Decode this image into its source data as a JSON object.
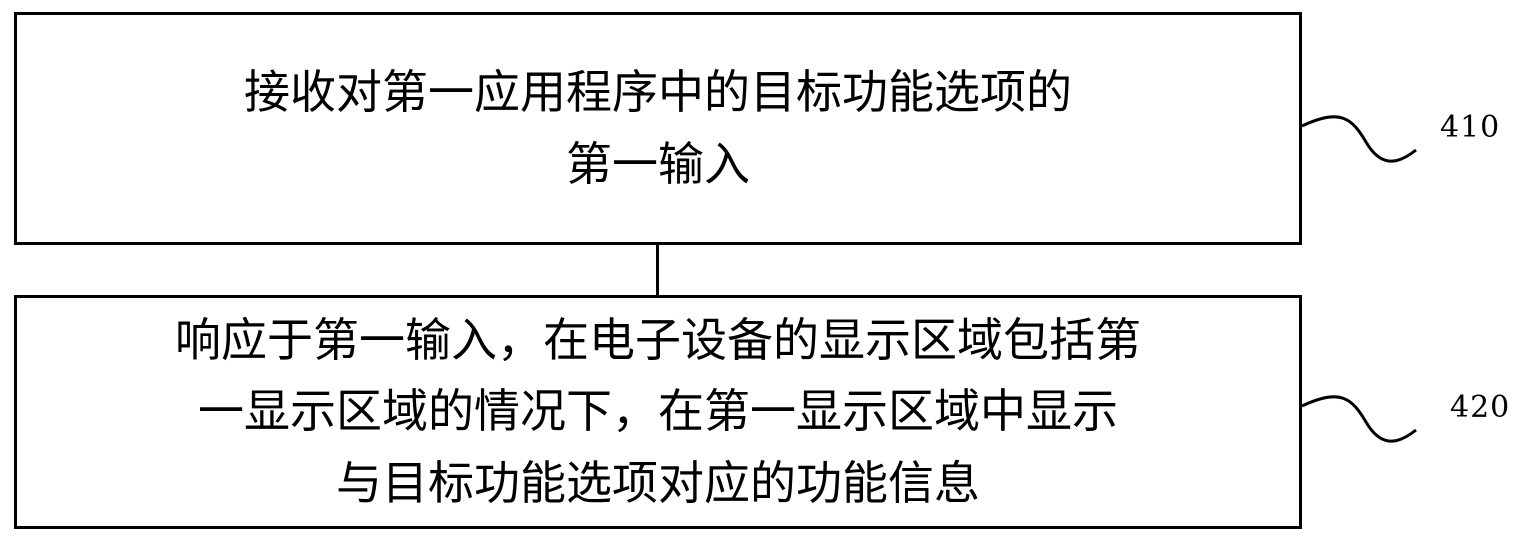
{
  "steps": [
    {
      "ref": "410",
      "lines": [
        "接收对第一应用程序中的目标功能选项的",
        "第一输入"
      ]
    },
    {
      "ref": "420",
      "lines": [
        "响应于第一输入，在电子设备的显示区域包括第",
        "一显示区域的情况下，在第一显示区域中显示",
        "与目标功能选项对应的功能信息"
      ]
    }
  ]
}
